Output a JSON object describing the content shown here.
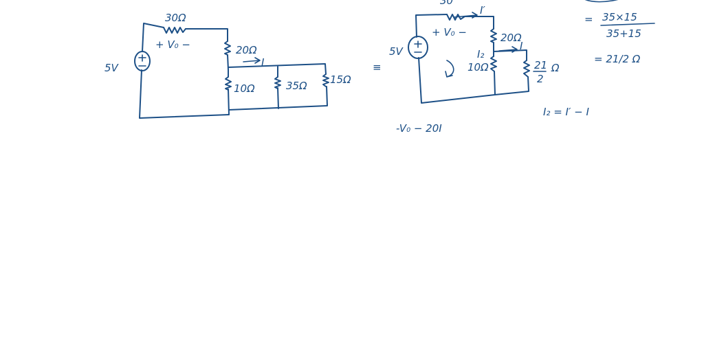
{
  "left_circuit": {
    "source_label": "5V",
    "r_top_label": "30Ω",
    "vo_label": "+ V₀ −",
    "r_20_label": "20Ω",
    "current_label": "I",
    "r_10_label": "10Ω",
    "r_35_label": "35Ω",
    "r_15_label": "15Ω"
  },
  "equiv_symbol": "≡",
  "right_circuit": {
    "source_label": "5V",
    "top_label": "30",
    "i_prime_label": "I′",
    "vo_label": "+ V₀ −",
    "r_20_label": "20Ω",
    "i_label": "I",
    "i2_label": "I₂",
    "r_10_label": "10Ω",
    "r_eq_num": "21",
    "r_eq_den": "2",
    "r_eq_unit": "Ω"
  },
  "calc": {
    "line1_eq": "=",
    "numerator": "35×15",
    "denominator": "35+15",
    "line2": "= 21/2 Ω",
    "i2_equation": "I₂ = I′ − I",
    "kvl_fragment": "-V₀ − 20I"
  }
}
